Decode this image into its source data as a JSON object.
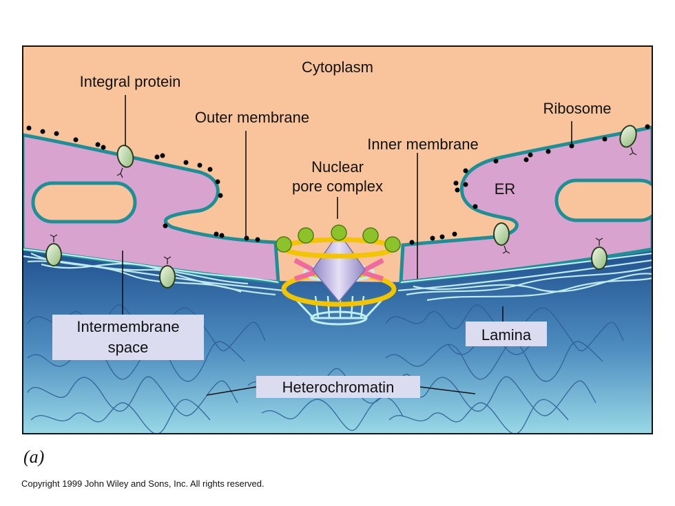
{
  "labels": {
    "cytoplasm": "Cytoplasm",
    "integral_protein": "Integral protein",
    "outer_membrane": "Outer membrane",
    "ribosome": "Ribosome",
    "inner_membrane": "Inner membrane",
    "nuclear_pore_line1": "Nuclear",
    "nuclear_pore_line2": "pore complex",
    "er": "ER",
    "intermembrane_line1": "Intermembrane",
    "intermembrane_line2": "space",
    "lamina": "Lamina",
    "heterochromatin": "Heterochromatin"
  },
  "figure_tag": "(a)",
  "copyright": "Copyright 1999 John Wiley and Sons, Inc. All rights reserved.",
  "colors": {
    "cytoplasm": "#f9c49c",
    "perinuclear": "#d9a3cf",
    "membrane": "#1e8f96",
    "nucleus_top": "#2a5a99",
    "nucleus_bottom": "#8fd3e3",
    "lamina": "#bfeff0",
    "pore_ring": "#f2c500",
    "pore_knob": "#8cc22a",
    "pore_center": "#b8a8d8",
    "label_box": "#dcdcf0"
  }
}
